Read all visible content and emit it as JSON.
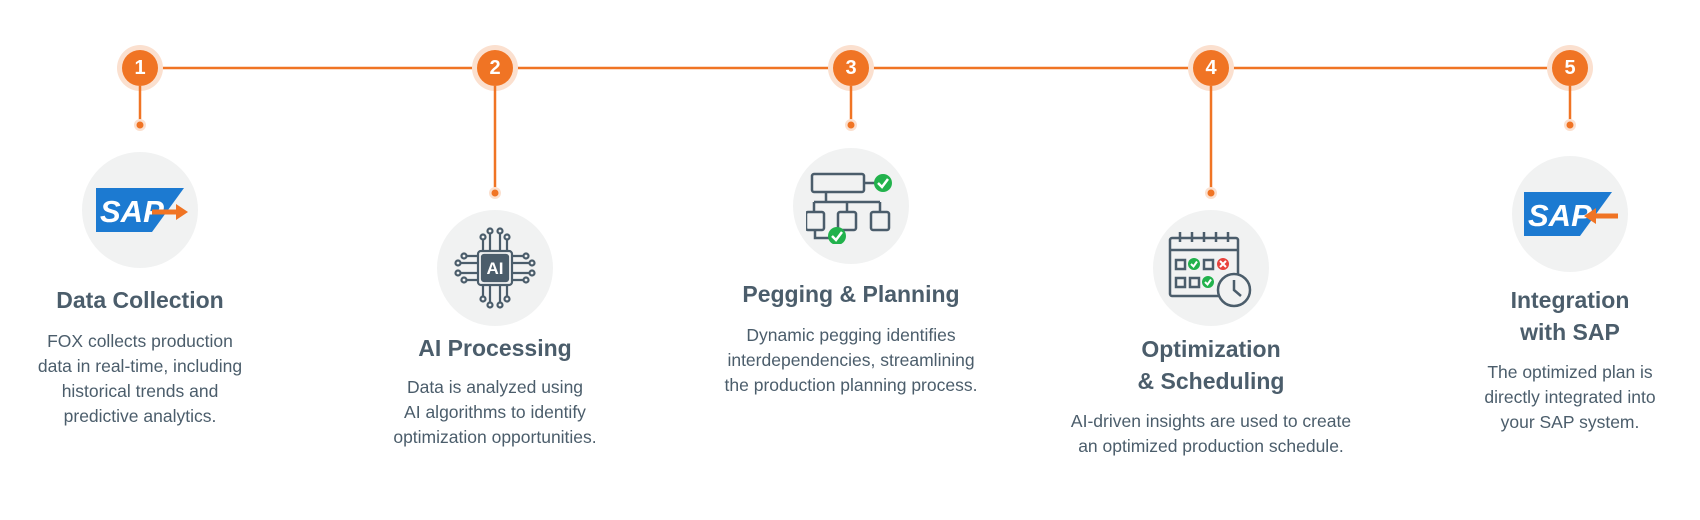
{
  "colors": {
    "accent": "#f07424",
    "text": "#4b5d6b",
    "icon_bg": "#f1f2f2",
    "icon_stroke": "#4b5d6b",
    "check": "#22b24c",
    "cross": "#e8423c",
    "sap_blue": "#1c7ad1"
  },
  "steps": [
    {
      "number": "1",
      "title": [
        "Data Collection"
      ],
      "description": [
        "FOX collects production",
        "data in real-time, including",
        "historical trends and",
        "predictive analytics."
      ],
      "icon": "sap-export-icon",
      "logo_text": "SAP"
    },
    {
      "number": "2",
      "title": [
        "AI Processing"
      ],
      "description": [
        "Data is analyzed using",
        "AI algorithms to identify",
        "optimization opportunities."
      ],
      "icon": "ai-chip-icon",
      "logo_text": "AI"
    },
    {
      "number": "3",
      "title": [
        "Pegging & Planning"
      ],
      "description": [
        "Dynamic pegging identifies",
        "interdependencies, streamlining",
        "the production planning process."
      ],
      "icon": "flowchart-icon"
    },
    {
      "number": "4",
      "title": [
        "Optimization",
        "& Scheduling"
      ],
      "description": [
        "AI-driven insights are used to create",
        "an optimized production schedule."
      ],
      "icon": "calendar-clock-icon"
    },
    {
      "number": "5",
      "title": [
        "Integration",
        "with SAP"
      ],
      "description": [
        "The optimized plan is",
        "directly integrated into",
        "your SAP system."
      ],
      "icon": "sap-import-icon",
      "logo_text": "SAP"
    }
  ]
}
